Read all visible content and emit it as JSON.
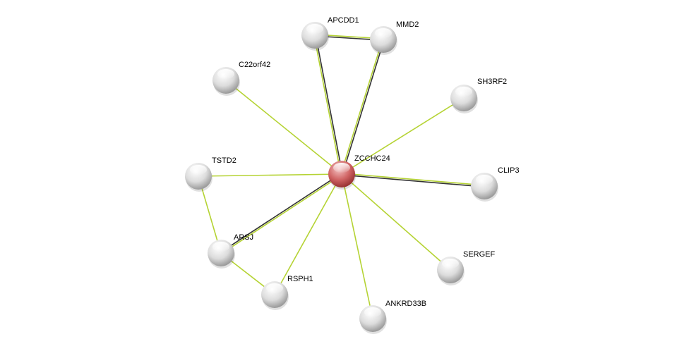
{
  "network": {
    "center_node": "ZCCHC24",
    "nodes": [
      {
        "id": "ZCCHC24",
        "label": "ZCCHC24",
        "color": "#c94a4a",
        "is_query": true
      },
      {
        "id": "APCDD1",
        "label": "APCDD1",
        "color": "#cfcfcf"
      },
      {
        "id": "MMD2",
        "label": "MMD2",
        "color": "#cfcfcf"
      },
      {
        "id": "C22orf42",
        "label": "C22orf42",
        "color": "#cfcfcf"
      },
      {
        "id": "SH3RF2",
        "label": "SH3RF2",
        "color": "#cfcfcf"
      },
      {
        "id": "TSTD2",
        "label": "TSTD2",
        "color": "#cfcfcf"
      },
      {
        "id": "CLIP3",
        "label": "CLIP3",
        "color": "#cfcfcf"
      },
      {
        "id": "ARSJ",
        "label": "ARSJ",
        "color": "#cfcfcf"
      },
      {
        "id": "SERGEF",
        "label": "SERGEF",
        "color": "#cfcfcf"
      },
      {
        "id": "RSPH1",
        "label": "RSPH1",
        "color": "#cfcfcf"
      },
      {
        "id": "ANKRD33B",
        "label": "ANKRD33B",
        "color": "#cfcfcf"
      }
    ],
    "edges": [
      {
        "source": "ZCCHC24",
        "target": "APCDD1",
        "types": [
          "textmining",
          "coexpression"
        ]
      },
      {
        "source": "ZCCHC24",
        "target": "MMD2",
        "types": [
          "textmining",
          "coexpression"
        ]
      },
      {
        "source": "APCDD1",
        "target": "MMD2",
        "types": [
          "textmining",
          "coexpression"
        ]
      },
      {
        "source": "ZCCHC24",
        "target": "C22orf42",
        "types": [
          "textmining"
        ]
      },
      {
        "source": "ZCCHC24",
        "target": "SH3RF2",
        "types": [
          "textmining"
        ]
      },
      {
        "source": "ZCCHC24",
        "target": "TSTD2",
        "types": [
          "textmining"
        ]
      },
      {
        "source": "ZCCHC24",
        "target": "CLIP3",
        "types": [
          "textmining",
          "coexpression"
        ]
      },
      {
        "source": "ZCCHC24",
        "target": "ARSJ",
        "types": [
          "textmining",
          "coexpression"
        ]
      },
      {
        "source": "ZCCHC24",
        "target": "SERGEF",
        "types": [
          "textmining"
        ]
      },
      {
        "source": "ZCCHC24",
        "target": "RSPH1",
        "types": [
          "textmining"
        ]
      },
      {
        "source": "ZCCHC24",
        "target": "ANKRD33B",
        "types": [
          "textmining"
        ]
      },
      {
        "source": "TSTD2",
        "target": "ARSJ",
        "types": [
          "textmining"
        ]
      },
      {
        "source": "ARSJ",
        "target": "RSPH1",
        "types": [
          "textmining"
        ]
      }
    ],
    "edge_colors": {
      "textmining": "#b5d334",
      "coexpression": "#333333"
    }
  }
}
